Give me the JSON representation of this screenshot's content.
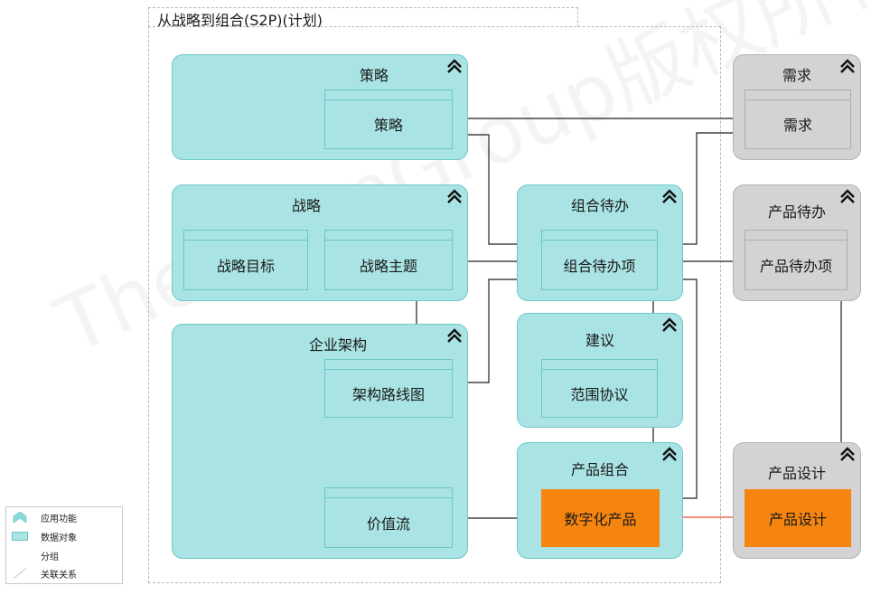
{
  "group": {
    "title": "从战略到组合(S2P)(计划)"
  },
  "functions": {
    "policy": "策略",
    "strategy": "战略",
    "enterprise_architecture": "企业架构",
    "portfolio_backlog": "组合待办",
    "proposal": "建议",
    "product_portfolio": "产品组合",
    "requirement": "需求",
    "product_backlog": "产品待办",
    "product_design": "产品设计"
  },
  "objects": {
    "policy": "策略",
    "strategic_goal": "战略目标",
    "strategic_theme": "战略主题",
    "architecture_roadmap": "架构路线图",
    "value_stream": "价值流",
    "portfolio_backlog_item": "组合待办项",
    "scope_agreement": "范围协议",
    "digital_product": "数字化产品",
    "requirement": "需求",
    "product_backlog_item": "产品待办项",
    "product_design": "产品设计"
  },
  "legend": {
    "application_function": "应用功能",
    "data_object": "数据对象",
    "grouping": "分组",
    "association": "关联关系"
  },
  "watermark": "TheOpenGroup版权所有",
  "colors": {
    "teal_fill": "#a9e3e3",
    "teal_border": "#6fc9c9",
    "grey_fill": "#d3d3d3",
    "orange": "#f5850e",
    "red_link": "#e8502a"
  }
}
